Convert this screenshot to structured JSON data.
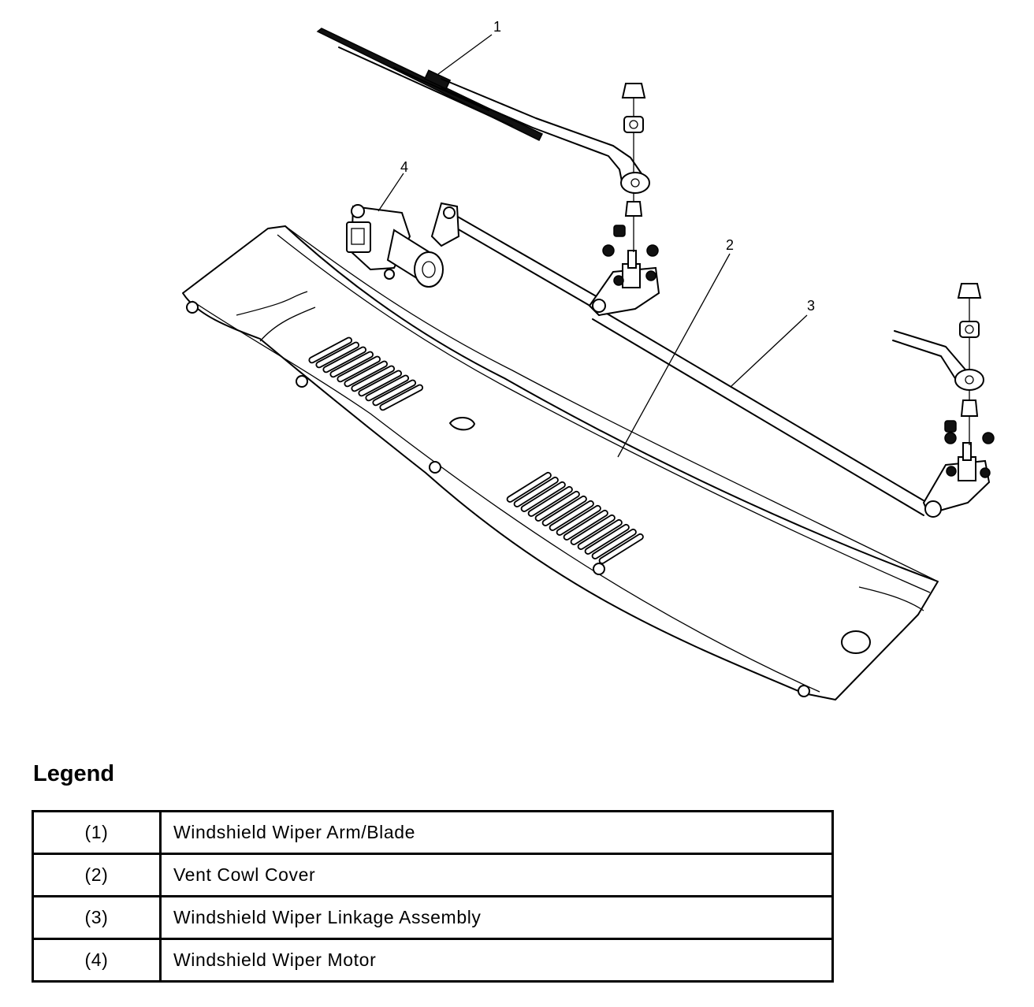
{
  "diagram": {
    "callouts": [
      {
        "number": "1"
      },
      {
        "number": "2"
      },
      {
        "number": "3"
      },
      {
        "number": "4"
      }
    ]
  },
  "legend": {
    "title": "Legend",
    "rows": [
      {
        "number": "(1)",
        "description": "Windshield Wiper Arm/Blade"
      },
      {
        "number": "(2)",
        "description": "Vent Cowl Cover"
      },
      {
        "number": "(3)",
        "description": "Windshield Wiper Linkage Assembly"
      },
      {
        "number": "(4)",
        "description": "Windshield Wiper Motor"
      }
    ]
  }
}
